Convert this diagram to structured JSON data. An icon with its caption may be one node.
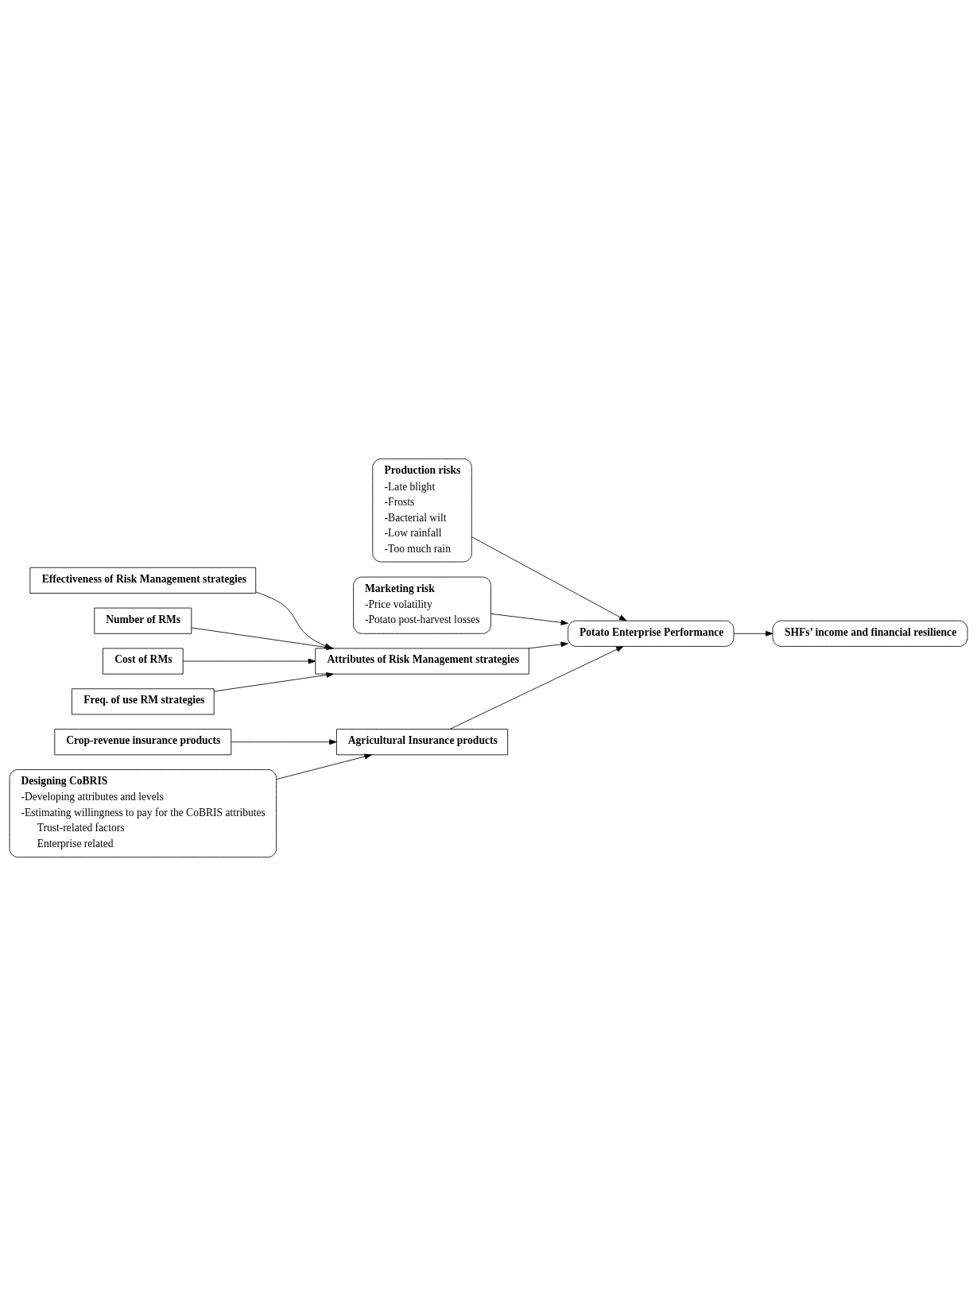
{
  "diagram": {
    "nodes": [
      {
        "text": [
          "Production risks",
          "-Late blight",
          "-Frosts",
          "-Bacterial wilt",
          "-Low rainfall",
          "-Too much rain"
        ]
      },
      {
        "text": [
          "Marketing risk",
          "-Price volatility",
          "-Potato post-harvest losses"
        ]
      },
      {
        "text": [
          "Potato Enterprise Performance"
        ]
      },
      {
        "text": [
          "SHFs’ income and financial resilience"
        ]
      },
      {
        "text": [
          "Effectiveness of Risk Management strategies"
        ]
      },
      {
        "text": [
          "Number of RMs"
        ]
      },
      {
        "text": [
          "Cost of RMs"
        ]
      },
      {
        "text": [
          "Freq. of use RM strategies"
        ]
      },
      {
        "text": [
          "Attributes of Risk Management strategies"
        ]
      },
      {
        "text": [
          "Crop-revenue insurance products"
        ]
      },
      {
        "text": [
          "Designing CoBRIS",
          "-Developing attributes and levels",
          "-Estimating willingness to pay for the CoBRIS attributes",
          "Trust-related factors",
          "Enterprise related"
        ]
      },
      {
        "text": [
          "Agricultural Insurance products"
        ]
      }
    ],
    "edges": [
      {
        "from": 0,
        "to": 2,
        "arrow": "to"
      },
      {
        "from": 1,
        "to": 2,
        "arrow": "to"
      },
      {
        "from": 2,
        "to": 3,
        "arrow": "to"
      },
      {
        "from": 4,
        "to": 8,
        "arrow": "to"
      },
      {
        "from": 5,
        "to": 8,
        "arrow": "to"
      },
      {
        "from": 6,
        "to": 8,
        "arrow": "to"
      },
      {
        "from": 7,
        "to": 8,
        "arrow": "to"
      },
      {
        "from": 8,
        "to": 2,
        "arrow": "to"
      },
      {
        "from": 9,
        "to": 11,
        "arrow": "to"
      },
      {
        "from": 10,
        "to": 11,
        "arrow": "to"
      },
      {
        "from": 11,
        "to": 2,
        "arrow": "to"
      }
    ]
  }
}
